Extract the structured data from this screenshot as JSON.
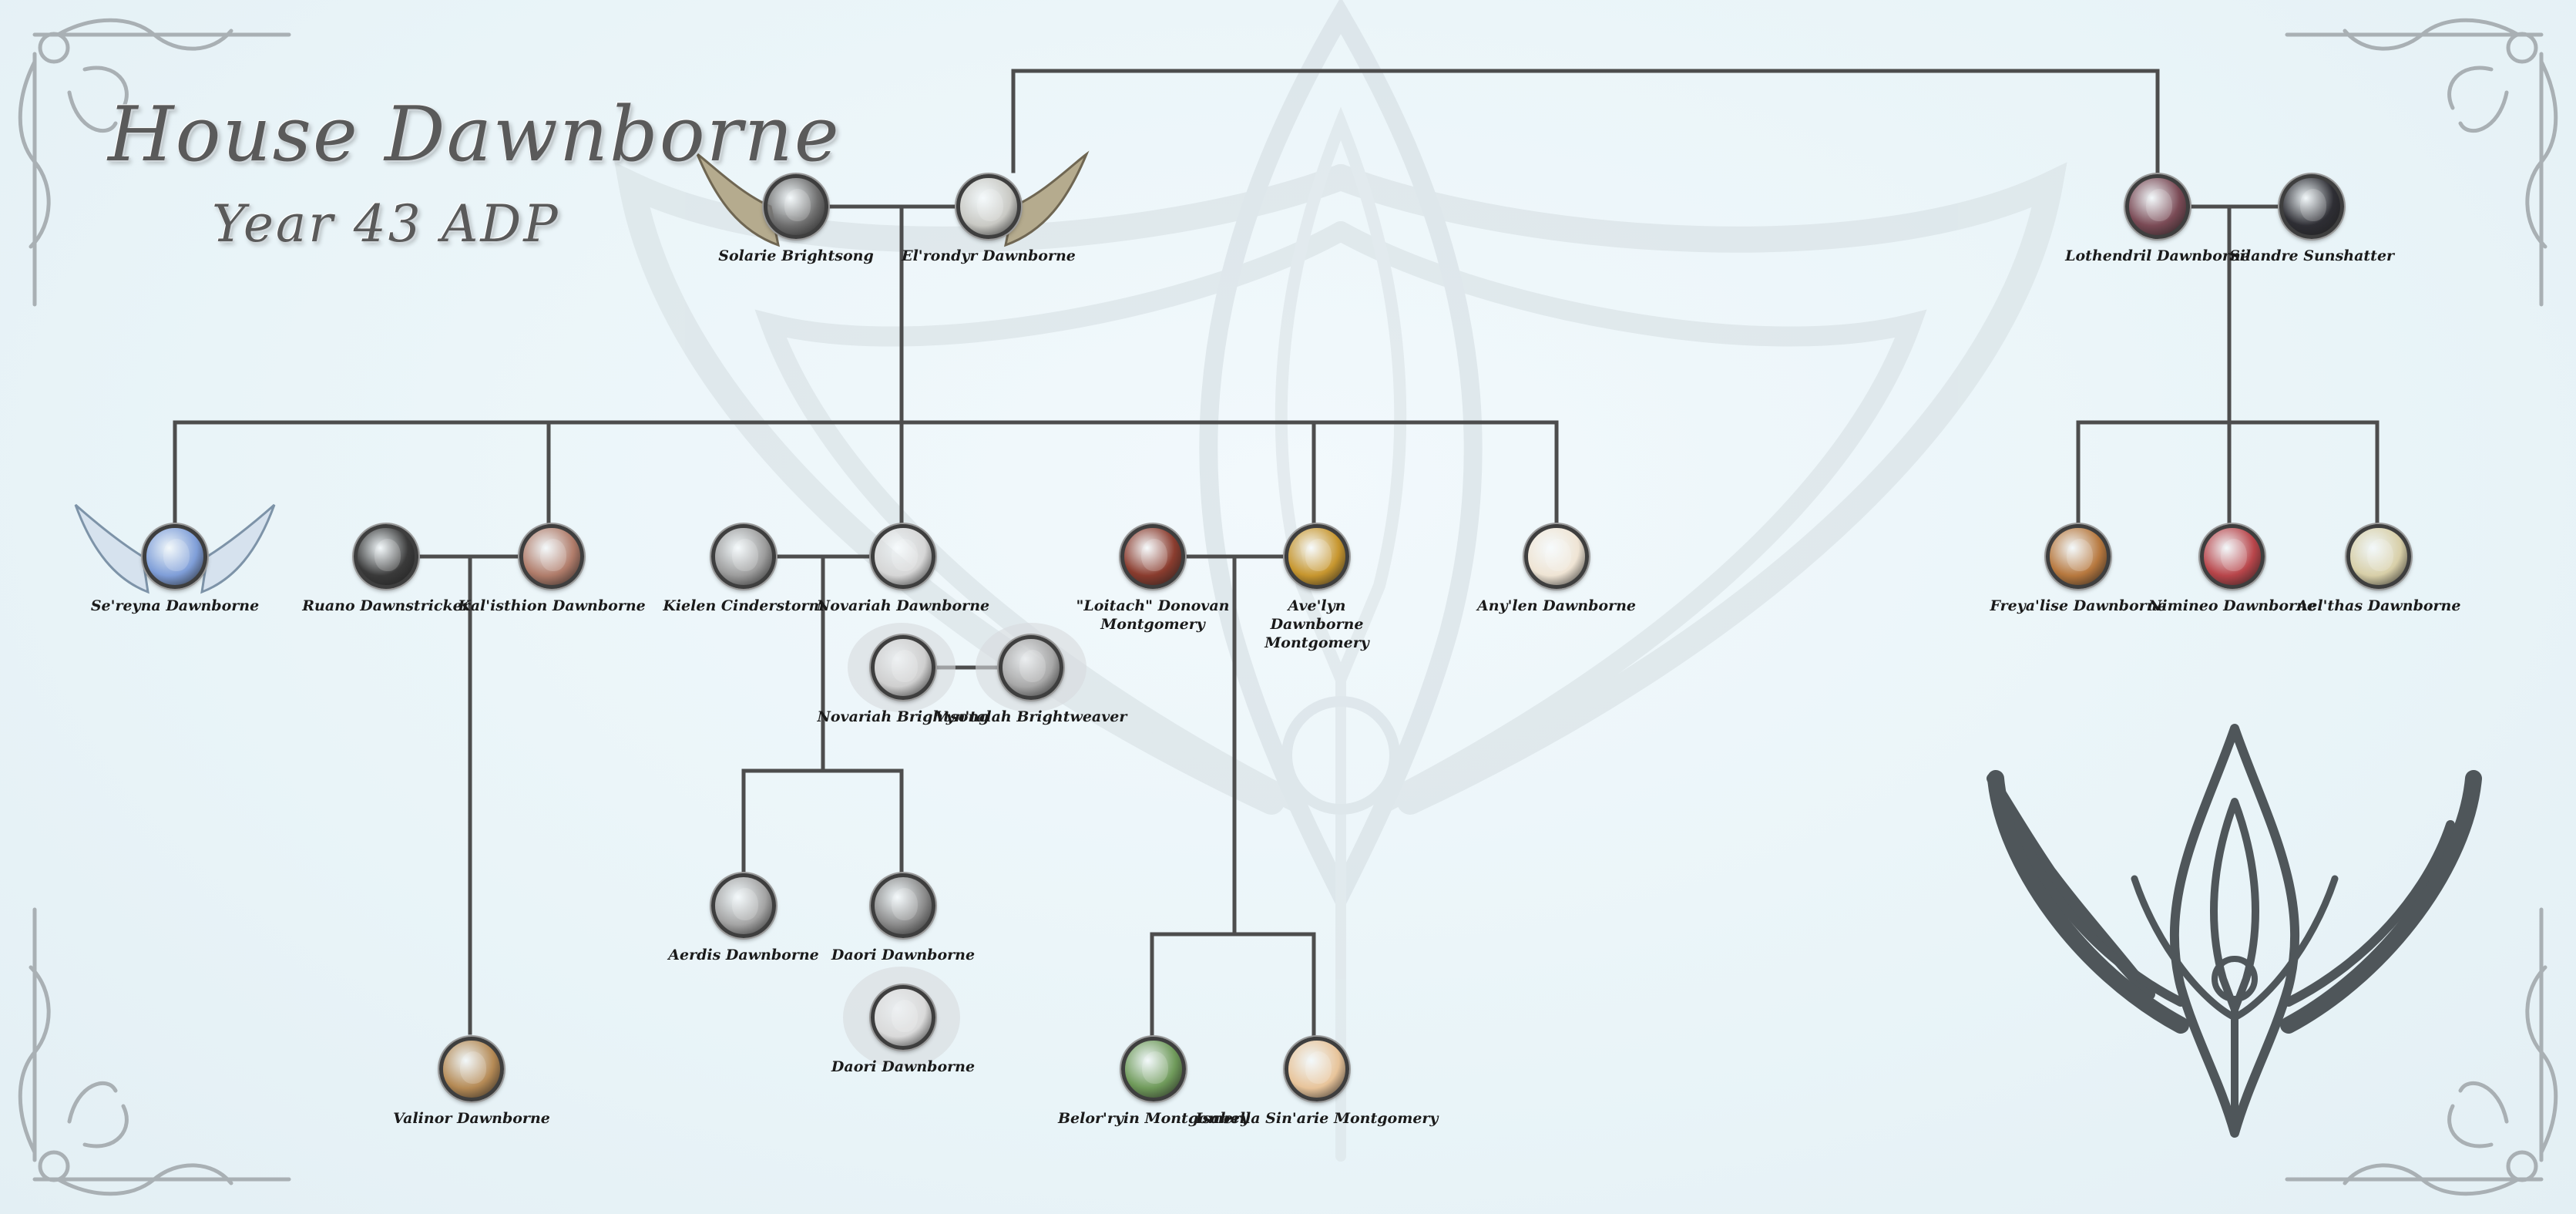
{
  "header": {
    "title": "House Dawnborne",
    "subtitle": "Year 43 ADP"
  },
  "people": {
    "solarie": {
      "name": "Solarie Brightsong",
      "color": "#6e6e6e"
    },
    "elrondyr": {
      "name": "El'rondyr Dawnborne",
      "color": "#c9c9c4"
    },
    "lothendril": {
      "name": "Lothendril Dawnborne",
      "color": "#7a4a55"
    },
    "silandre": {
      "name": "Silandre Sunshatter",
      "color": "#2e2e34"
    },
    "sereyna": {
      "name": "Se'reyna Dawnborne",
      "color": "#7f9ed8"
    },
    "ruano": {
      "name": "Ruano Dawnstricker",
      "color": "#3a3a3a"
    },
    "kalisthion": {
      "name": "Kal'isthion Dawnborne",
      "color": "#b07c6a"
    },
    "kielen": {
      "name": "Kielen Cinderstorm",
      "color": "#9c9c9c"
    },
    "novariah": {
      "name": "Novariah Dawnborne",
      "color": "#d6d6d6"
    },
    "loitach": {
      "name": "\"Loitach\" Donovan Montgomery",
      "color": "#8a3c2e"
    },
    "avelyn": {
      "name": "Ave'lyn Dawnborne Montgomery",
      "color": "#c7962e"
    },
    "anylen": {
      "name": "Any'len Dawnborne",
      "color": "#efe4d4"
    },
    "freyaelise": {
      "name": "Freya'lise Dawnborne",
      "color": "#b7783e"
    },
    "nimineo": {
      "name": "Nimineo Dawnborne",
      "color": "#b8454a"
    },
    "aelthas": {
      "name": "Ael'thas Dawnborne",
      "color": "#d8cfa8"
    },
    "novariahb": {
      "name": "Novariah Brightsong",
      "color": "#cfcfcf"
    },
    "vyntalah": {
      "name": "Vyn'talah Brightweaver",
      "color": "#a8a8a8"
    },
    "aerdis": {
      "name": "Aerdis Dawnborne",
      "color": "#a4a4a4"
    },
    "daori": {
      "name": "Daori Dawnborne",
      "color": "#8b8b8b"
    },
    "daori2": {
      "name": "Daori Dawnborne",
      "color": "#dadada"
    },
    "belor": {
      "name": "Belor'ryin Montgomery",
      "color": "#6f9a5a"
    },
    "isabella": {
      "name": "Isabella Sin'arie Montgomery",
      "color": "#e8c49a"
    },
    "valinor": {
      "name": "Valinor Dawnborne",
      "color": "#b58a55"
    }
  },
  "style": {
    "line": "#4d4d4d",
    "crest": "#4f565a",
    "watermark": "#d2dbe0",
    "ornament": "#a9b0b4"
  }
}
